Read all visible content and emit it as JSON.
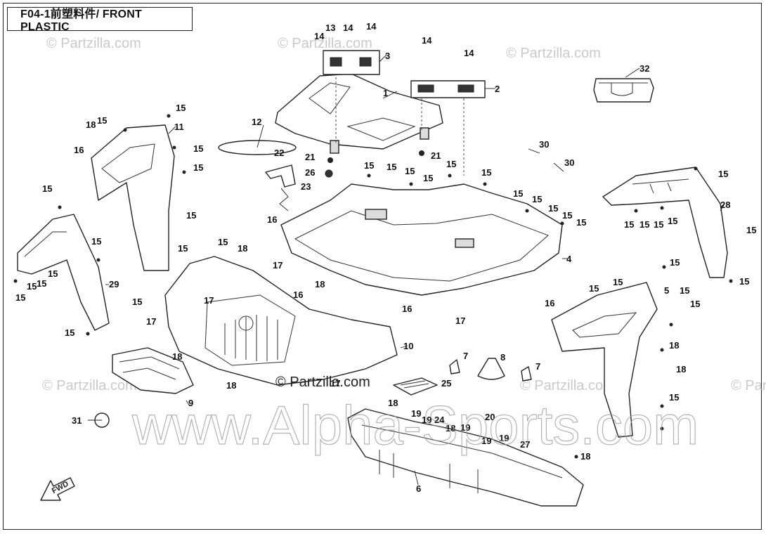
{
  "header": {
    "title": "F04-1前塑料件/ FRONT PLASTIC"
  },
  "watermarks": {
    "main": "www.Alpha-Sports.com",
    "center": "© Partzilla.com",
    "tile": "© Partzilla.com"
  },
  "direction_marker": {
    "label": "FWD",
    "icon": "arrow-icon"
  },
  "callouts": {
    "c1": "1",
    "c2": "2",
    "c3": "3",
    "c4": "4",
    "c5": "5",
    "c6": "6",
    "c7a": "7",
    "c7b": "7",
    "c8": "8",
    "c9": "9",
    "c10": "10",
    "c11": "11",
    "c12": "12",
    "c13": "13",
    "c14a": "14",
    "c14b": "14",
    "c14c": "14",
    "c14d": "14",
    "c14e": "14",
    "c15a": "15",
    "c15b": "15",
    "c15c": "15",
    "c15d": "15",
    "c15e": "15",
    "c15f": "15",
    "c15g": "15",
    "c15h": "15",
    "c15i": "15",
    "c15j": "15",
    "c15k": "15",
    "c15l": "15",
    "c15m": "15",
    "c15n": "15",
    "c15o": "15",
    "c15p": "15",
    "c15q": "15",
    "c15r": "15",
    "c15s": "15",
    "c15t": "15",
    "c15u": "15",
    "c15v": "15",
    "c15w": "15",
    "c15x": "15",
    "c15y": "15",
    "c15z": "15",
    "c15aa": "15",
    "c15ab": "15",
    "c15ac": "15",
    "c15ad": "15",
    "c15ae": "15",
    "c15af": "15",
    "c15ag": "15",
    "c15ah": "15",
    "c15ai": "15",
    "c15aj": "15",
    "c15ak": "15",
    "c15al": "15",
    "c15am": "15",
    "c16a": "16",
    "c16b": "16",
    "c16c": "16",
    "c16d": "16",
    "c16e": "16",
    "c17a": "17",
    "c17b": "17",
    "c17c": "17",
    "c17d": "17",
    "c17e": "17",
    "c18a": "18",
    "c18b": "18",
    "c18c": "18",
    "c18d": "18",
    "c18e": "18",
    "c18f": "18",
    "c18g": "18",
    "c18h": "18",
    "c18i": "18",
    "c18j": "18",
    "c19a": "19",
    "c19b": "19",
    "c19c": "19",
    "c19d": "19",
    "c19e": "19",
    "c20": "20",
    "c21a": "21",
    "c21b": "21",
    "c22": "22",
    "c23": "23",
    "c24": "24",
    "c25": "25",
    "c26": "26",
    "c27": "27",
    "c28": "28",
    "c29": "29",
    "c30a": "30",
    "c30b": "30",
    "c31": "31",
    "c32": "32"
  }
}
